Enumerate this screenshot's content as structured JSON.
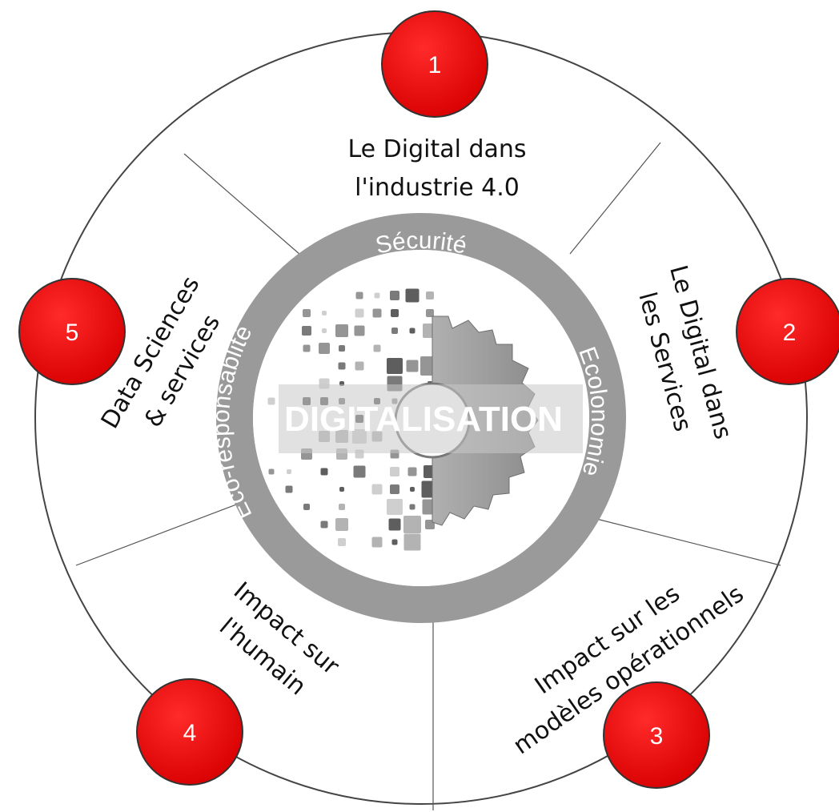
{
  "diagram": {
    "center_title": "DIGITALISATION",
    "ring_labels": {
      "top": "Sécurité",
      "right": "Ecolonomie",
      "left": "Eco-responsablité"
    },
    "segments": [
      {
        "number": "1",
        "lines": [
          "Le Digital dans",
          "l'industrie 4.0"
        ]
      },
      {
        "number": "2",
        "lines": [
          "Le Digital dans",
          "les Services"
        ]
      },
      {
        "number": "3",
        "lines": [
          "Impact sur les",
          "modèles opérationnels"
        ]
      },
      {
        "number": "4",
        "lines": [
          "Impact sur",
          "l'humain"
        ]
      },
      {
        "number": "5",
        "lines": [
          "Data Sciences",
          "& services"
        ]
      }
    ],
    "colors": {
      "marker": "#e8000b",
      "ring": "#9a9a9a",
      "outline": "#444444",
      "text": "#111111"
    }
  }
}
